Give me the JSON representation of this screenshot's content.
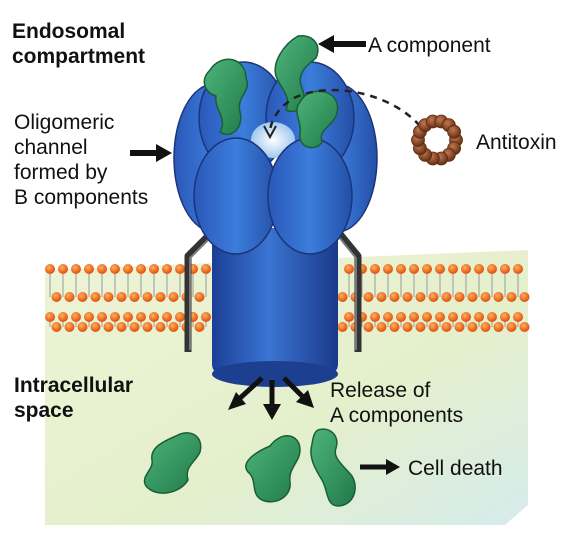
{
  "labels": {
    "endosomal": "Endosomal\ncompartment",
    "a_component": "A component",
    "oligomeric": "Oligomeric\nchannel\nformed by\nB components",
    "antitoxin": "Antitoxin",
    "intracellular": "Intracellular\nspace",
    "release": "Release of\nA components",
    "cell_death": "Cell death"
  },
  "colors": {
    "channel_blue": "#2c5fb8",
    "channel_dark": "#1f3f8c",
    "a_component_green": "#2e8b57",
    "lipid_head": "#f06a1a",
    "antitoxin_brown": "#8a4a2a",
    "intracellular_bg": "#e9f1cf"
  }
}
